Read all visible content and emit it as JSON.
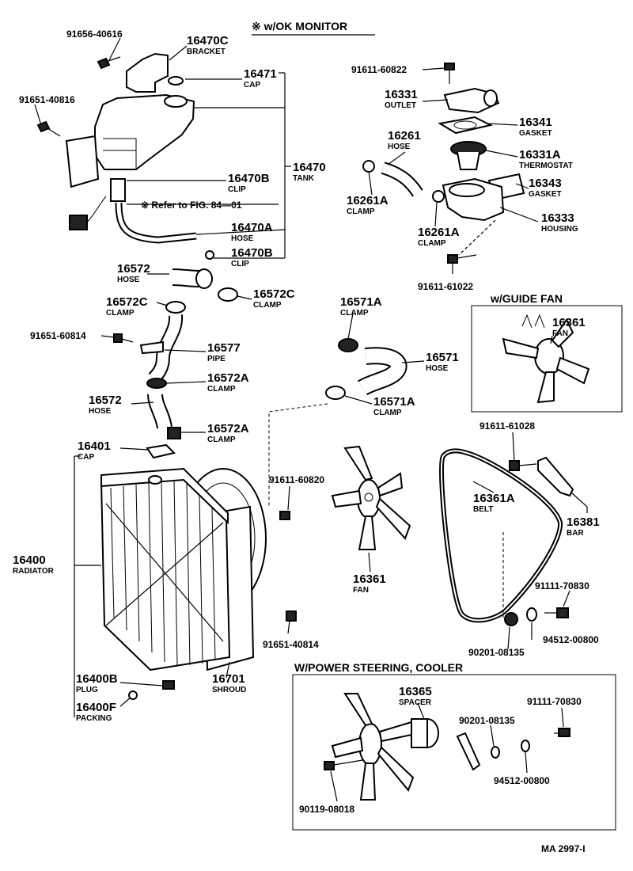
{
  "header": "※ w/OK MONITOR",
  "labels": {
    "p16470C": "16470C",
    "p16470C_sub": "BRACKET",
    "p91656": "91656-40616",
    "p16471": "16471",
    "p16471_sub": "CAP",
    "p91651_816": "91651-40816",
    "p16470": "16470",
    "p16470_sub": "TANK",
    "p16470B": "16470B",
    "p16470B_sub": "CLIP",
    "refer": "※ Refer to FIG. 84—01",
    "p16470A": "16470A",
    "p16470A_sub": "HOSE",
    "p16470B2": "16470B",
    "p16470B2_sub": "CLIP",
    "p91611_822": "91611-60822",
    "p16331": "16331",
    "p16331_sub": "OUTLET",
    "p16341": "16341",
    "p16341_sub": "GASKET",
    "p16261": "16261",
    "p16261_sub": "HOSE",
    "p16331A": "16331A",
    "p16331A_sub": "THERMOSTAT",
    "p16261A": "16261A",
    "p16261A_sub": "CLAMP",
    "p16343": "16343",
    "p16343_sub": "GASKET",
    "p16261A2": "16261A",
    "p16261A2_sub": "CLAMP",
    "p16333": "16333",
    "p16333_sub": "HOUSING",
    "p91611_1022": "91611-61022",
    "p16572": "16572",
    "p16572_sub": "HOSE",
    "p16572C": "16572C",
    "p16572C_sub": "CLAMP",
    "p16572C2": "16572C",
    "p16572C2_sub": "CLAMP",
    "p91651_814": "91651-60814",
    "p16577": "16577",
    "p16577_sub": "PIPE",
    "p16572A": "16572A",
    "p16572A_sub": "CLAMP",
    "p16572b": "16572",
    "p16572b_sub": "HOSE",
    "p16572A2": "16572A",
    "p16572A2_sub": "CLAMP",
    "p16571A": "16571A",
    "p16571A_sub": "CLAMP",
    "p16571": "16571",
    "p16571_sub": "HOSE",
    "p16571A2": "16571A",
    "p16571A2_sub": "CLAMP",
    "guide_fan": "w/GUIDE FAN",
    "p16361g": "16361",
    "p16361g_sub": "FAN",
    "p91611_1028": "91611-61028",
    "p16401": "16401",
    "p16401_sub": "CAP",
    "p91611_820": "91611-60820",
    "p16361A": "16361A",
    "p16361A_sub": "BELT",
    "p16381": "16381",
    "p16381_sub": "BAR",
    "p16400": "16400",
    "p16400_sub": "RADIATOR",
    "p16361": "16361",
    "p16361_sub": "FAN",
    "p91111a": "91111-70830",
    "p91651_40814": "91651-40814",
    "p90201a": "90201-08135",
    "p94512a": "94512-00800",
    "p16701": "16701",
    "p16701_sub": "SHROUD",
    "p16400B": "16400B",
    "p16400B_sub": "PLUG",
    "p16400F": "16400F",
    "p16400F_sub": "PACKING",
    "ps_header": "W/POWER STEERING, COOLER",
    "p16365": "16365",
    "p16365_sub": "SPACER",
    "p91111b": "91111-70830",
    "p90201b": "90201-08135",
    "p94512b": "94512-00800",
    "p90119": "90119-08018",
    "fig_code": "MA 2997-I"
  }
}
